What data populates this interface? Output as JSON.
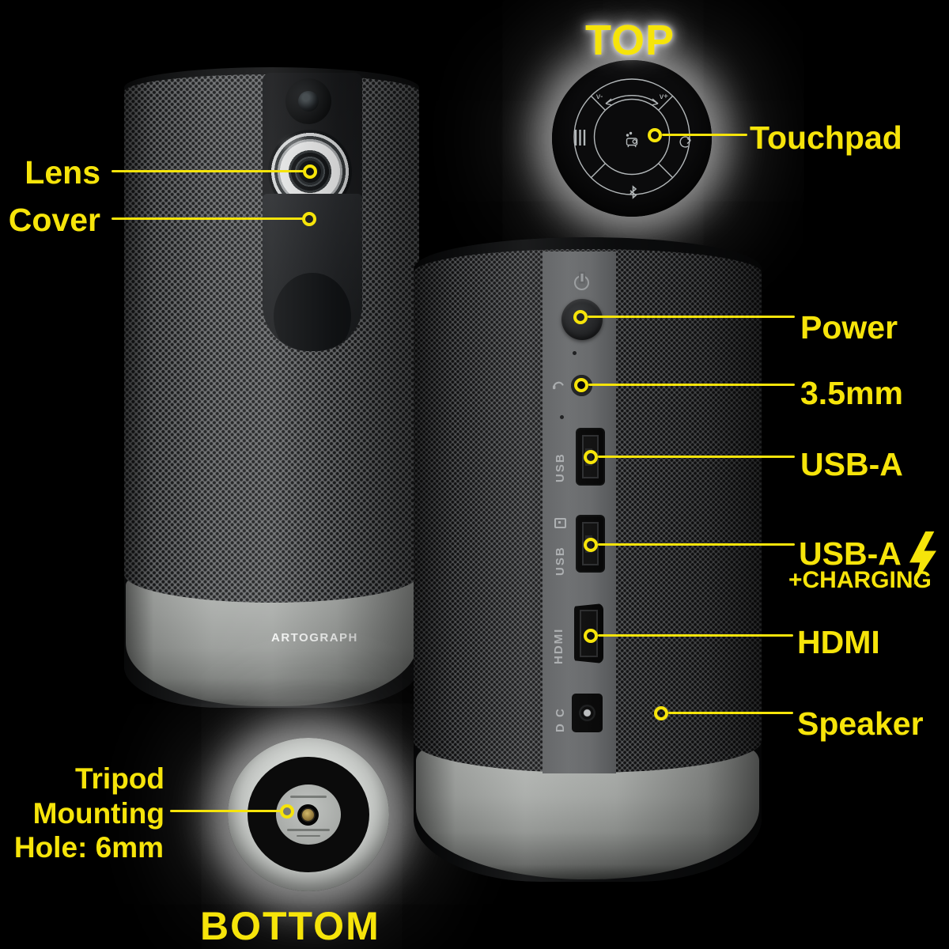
{
  "colors": {
    "background": "#000000",
    "accent_yellow": "#f6e40a"
  },
  "device": {
    "brand": "ARTOGRAPH",
    "back_port_markings": {
      "usb": "USB",
      "usb_charging": "USB",
      "hdmi": "HDMI",
      "dc": "D C"
    },
    "touchpad_markings": {
      "volume_down": "v-",
      "volume_up": "v+"
    }
  },
  "views": {
    "top": {
      "heading": "TOP",
      "callouts": {
        "touchpad": {
          "label": "Touchpad"
        }
      }
    },
    "front": {
      "callouts": {
        "lens": {
          "label": "Lens"
        },
        "cover": {
          "label": "Cover"
        }
      }
    },
    "back": {
      "callouts": {
        "power": {
          "label": "Power"
        },
        "jack": {
          "label": "3.5mm"
        },
        "usb": {
          "label": "USB-A"
        },
        "usb_charging": {
          "label": "USB-A",
          "sub": "+CHARGING"
        },
        "hdmi": {
          "label": "HDMI"
        },
        "speaker": {
          "label": "Speaker"
        }
      }
    },
    "bottom": {
      "heading": "BOTTOM",
      "callouts": {
        "tripod": {
          "line1": "Tripod",
          "line2": "Mounting",
          "line3": "Hole: 6mm"
        }
      }
    }
  },
  "icons": {
    "power": "power-icon",
    "headphones": "headphone-icon",
    "charging_box": "charging-box-icon",
    "lightning": "lightning-bolt-icon",
    "volume_arc": "volume-arc-icon",
    "menu": "menu-icon",
    "back_arrow": "back-arrow-icon",
    "bluetooth": "bluetooth-icon",
    "projector": "projector-icon"
  }
}
